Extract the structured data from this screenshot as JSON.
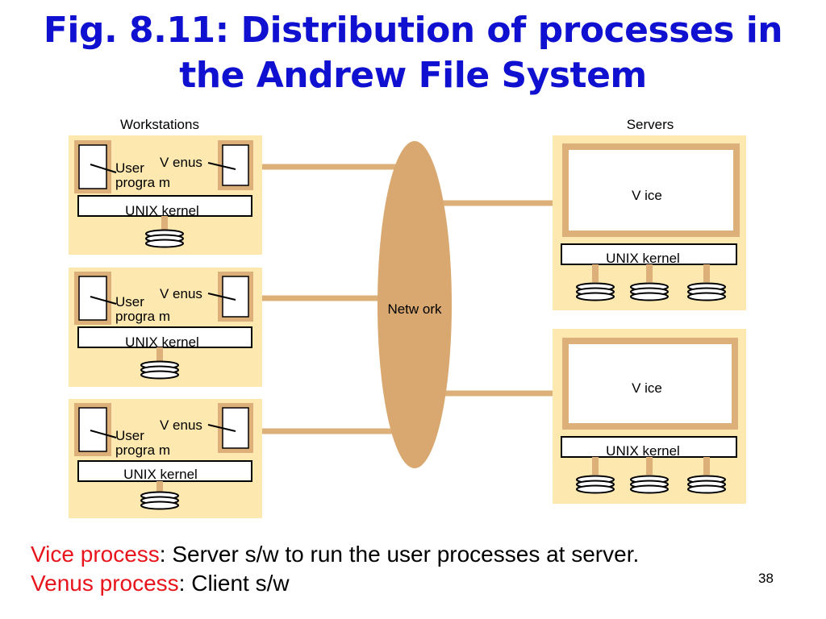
{
  "title": {
    "line1": "Fig. 8.11: Distribution of processes in",
    "line2": "the Andrew File System"
  },
  "diagram": {
    "workstations_label": "Workstations",
    "servers_label": "Servers",
    "network_label": "Netw ork",
    "workstations": [
      {
        "user_label": "User",
        "program_label": "progra m",
        "venus_label": "V enus",
        "kernel_label": "UNIX kernel"
      },
      {
        "user_label": "User",
        "program_label": "progra m",
        "venus_label": "V enus",
        "kernel_label": "UNIX kernel"
      },
      {
        "user_label": "User",
        "program_label": "progra m",
        "venus_label": "V enus",
        "kernel_label": "UNIX kernel"
      }
    ],
    "servers": [
      {
        "vice_label": "V ice",
        "kernel_label": "UNIX kernel"
      },
      {
        "vice_label": "V ice",
        "kernel_label": "UNIX kernel"
      }
    ],
    "colors": {
      "panel": "#fde8b0",
      "tan": "#ddb07a",
      "network": "#d9a870"
    }
  },
  "footer": {
    "line1_term": "Vice process",
    "line1_rest": ": Server s/w to run the user processes at server.",
    "line2_term": "Venus process",
    "line2_rest": ": Client s/w"
  },
  "page_number": "38"
}
